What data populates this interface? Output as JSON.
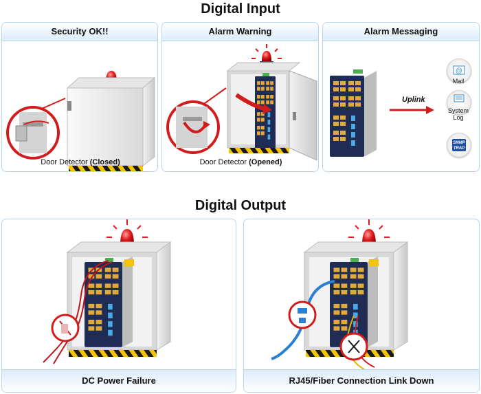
{
  "sections": {
    "input_title": "Digital Input",
    "output_title": "Digital Output"
  },
  "panels": {
    "security_ok": {
      "title": "Security OK!!",
      "caption_prefix": "Door Detector ",
      "caption_state": "(Closed)"
    },
    "alarm_warning": {
      "title": "Alarm Warning",
      "caption_prefix": "Door Detector ",
      "caption_state": "(Opened)"
    },
    "alarm_messaging": {
      "title": "Alarm Messaging",
      "uplink_label": "Uplink"
    },
    "dc_power": {
      "footer": "DC Power Failure"
    },
    "link_down": {
      "footer": "RJ45/Fiber Connection Link Down"
    }
  },
  "messaging_icons": [
    {
      "name": "mail-icon",
      "label": "Mail"
    },
    {
      "name": "system-log-icon",
      "label": "System Log"
    },
    {
      "name": "snmp-trap-icon",
      "label": "SNMP TRAP"
    }
  ],
  "colors": {
    "panel_border": "#b9d5ee",
    "header_gradient_end": "#dcecfa",
    "alarm_red": "#e01a1a",
    "switch_navy": "#1f2d55",
    "hazard_yellow": "#f4c400"
  }
}
